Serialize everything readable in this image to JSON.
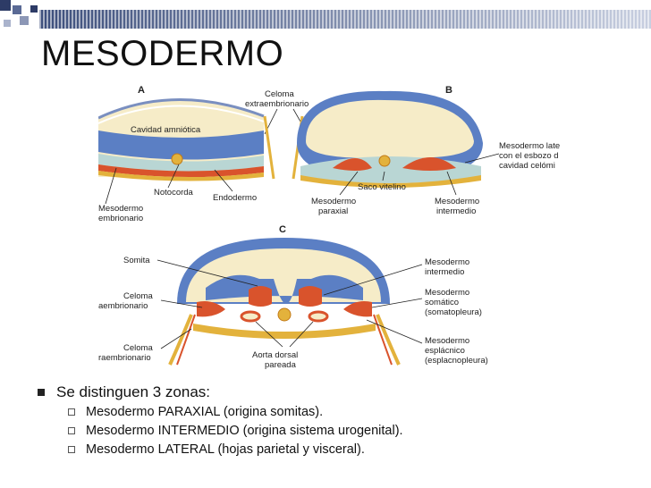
{
  "slide": {
    "title": "MESODERMO"
  },
  "figure": {
    "panels": {
      "a": "A",
      "b": "B",
      "c": "C"
    },
    "labels": {
      "celoma_extra_1": "Celoma",
      "celoma_extra_2": "extraembrionario",
      "cavidad_amniotica": "Cavidad amniótica",
      "notocorda": "Notocorda",
      "endodermo": "Endodermo",
      "mesodermo_emb_1": "Mesodermo",
      "mesodermo_emb_2": "embrionario",
      "saco_vitelino": "Saco vitelino",
      "mesodermo_paraxial_1": "Mesodermo",
      "mesodermo_paraxial_2": "paraxial",
      "mesodermo_intermedio_b_1": "Mesodermo",
      "mesodermo_intermedio_b_2": "intermedio",
      "mesodermo_lat_1": "Mesodermo late",
      "mesodermo_lat_2": "con el esbozo d",
      "mesodermo_lat_3": "cavidad celómi",
      "somita": "Somita",
      "celoma_c_1": "Celoma",
      "celoma_c_2": "aembrionario",
      "celoma_c2_1": "Celoma",
      "celoma_c2_2": "raembrionario",
      "aorta_1": "Aorta dorsal",
      "aorta_2": "pareada",
      "mesodermo_intermedio_c_1": "Mesodermo",
      "mesodermo_intermedio_c_2": "intermedio",
      "somatico_1": "Mesodermo",
      "somatico_2": "somático",
      "somatico_3": "(somatopleura)",
      "esplacnico_1": "Mesodermo",
      "esplacnico_2": "esplácnico",
      "esplacnico_3": "(esplacnopleura)"
    }
  },
  "bullets": {
    "main": "Se distinguen 3 zonas:",
    "items": [
      "Mesodermo PARAXIAL (origina somitas).",
      "Mesodermo INTERMEDIO (origina sistema urogenital).",
      "Mesodermo LATERAL (hojas parietal y visceral)."
    ]
  },
  "colors": {
    "ectoderm": "#5b7fc4",
    "mesoderm": "#d9532c",
    "endoderm": "#e3b23c",
    "cavity": "#f6ecc8",
    "accent_bar": "#3d4f7c"
  }
}
